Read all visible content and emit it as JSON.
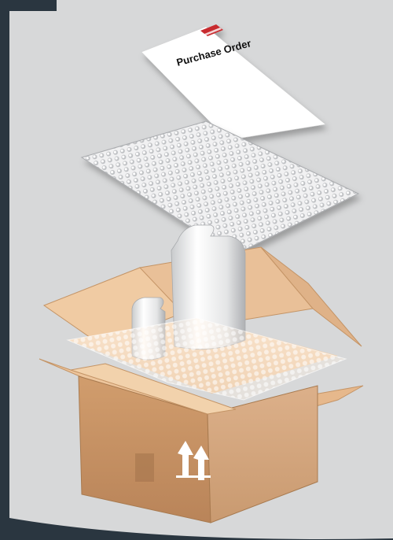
{
  "document": {
    "title": "Purchase Order"
  },
  "illustration": {
    "items": [
      "purchase-order-sheet",
      "bubble-wrap-sheet",
      "large-weight",
      "small-weight",
      "cardboard-box"
    ],
    "box_symbol": "this-way-up-arrows-icon"
  },
  "colors": {
    "background": "#d7d8d9",
    "frame": "#2a3640",
    "box_front": "#d9a877",
    "box_inner": "#efcda6",
    "bubble_wrap": "#e9e9ea",
    "weight": "#e6e7e8",
    "brand_tag": "#c8292d"
  }
}
